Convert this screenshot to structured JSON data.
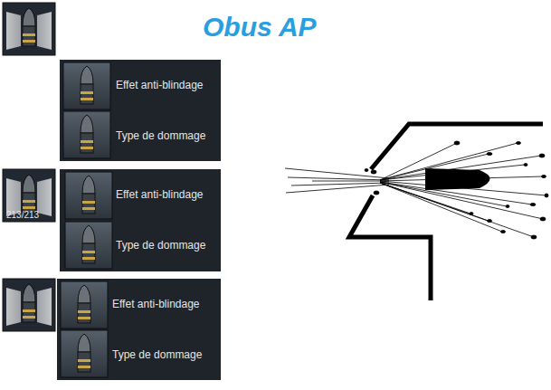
{
  "diagram": {
    "title": "Obus AP",
    "nodes": [
      {
        "text": [
          "Effet anti-blindage",
          "Type de dommage"
        ]
      },
      {
        "text": [
          "213/213"
        ]
      },
      {
        "text": [
          "Effet anti-blindage",
          "Type de dommage"
        ]
      },
      {
        "text": [
          "Effet anti-blindage",
          "Type de dommage"
        ]
      }
    ],
    "edges": []
  }
}
